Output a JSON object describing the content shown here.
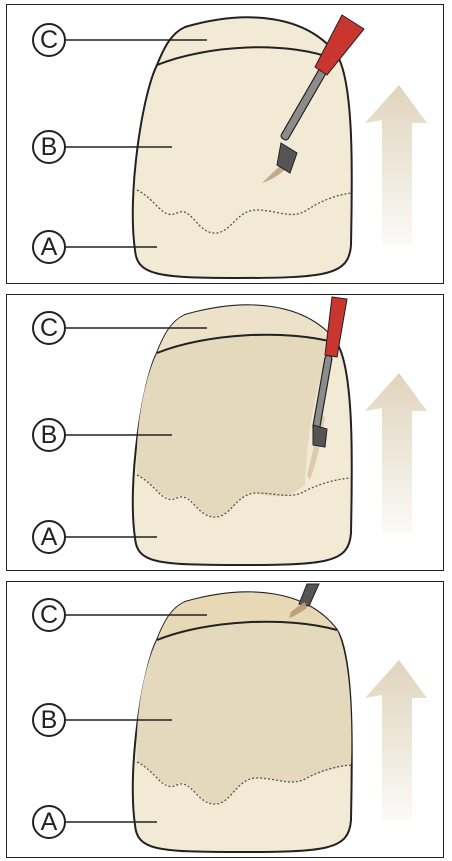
{
  "figure": {
    "panels": [
      {
        "callouts": {
          "c": "C",
          "b": "B",
          "a": "A"
        }
      },
      {
        "callouts": {
          "c": "C",
          "b": "B",
          "a": "A"
        }
      },
      {
        "callouts": {
          "c": "C",
          "b": "B",
          "a": "A"
        }
      }
    ]
  },
  "colors": {
    "tooth_base": "#f3ead5",
    "tooth_shade": "#e4d9bd",
    "incisal_shade": "#ede2c9",
    "outline": "#222222",
    "arrow": "#dccfb5",
    "brush_handle": "#c9362f"
  }
}
